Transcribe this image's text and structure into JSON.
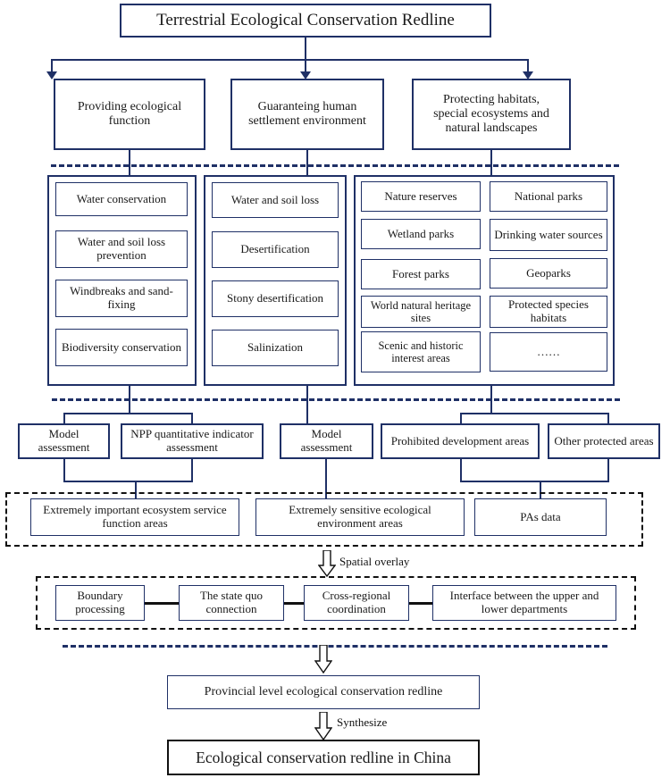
{
  "title": "Terrestrial Ecological Conservation Redline",
  "objectives": [
    "Providing ecological function",
    "Guaranteing human settlement environment",
    "Protecting habitats, special ecosystems and natural landscapes"
  ],
  "objectives_display": [
    "Providing ecological\nfunction",
    "Guaranteing human\nsettlement environment",
    "Protecting habitats,\nspecial ecosystems and\nnatural landscapes"
  ],
  "group_function": {
    "items": [
      "Water conservation",
      "Water and soil loss prevention",
      "Windbreaks and sand-fixing",
      "Biodiversity conservation"
    ]
  },
  "group_sensitivity": {
    "items": [
      "Water and soil loss",
      "Desertification",
      "Stony desertification",
      "Salinization"
    ]
  },
  "group_protected": {
    "column_left": [
      "Nature reserves",
      "Wetland parks",
      "Forest parks",
      "World natural heritage sites",
      "Scenic and historic interest areas"
    ],
    "column_right": [
      "National parks",
      "Drinking water sources",
      "Geoparks",
      "Protected species habitats",
      "……"
    ]
  },
  "methods": [
    "Model assessment",
    "NPP quantitative indicator assessment",
    "Model assessment",
    "Prohibited development areas",
    "Other protected areas"
  ],
  "results": [
    "Extremely important ecosystem service function areas",
    "Extremely sensitive ecological environment areas",
    "PAs data"
  ],
  "overlay_arrow_label": "Spatial overlay",
  "adjustments": [
    "Boundary processing",
    "The state quo connection",
    "Cross-regional coordination",
    "Interface between the upper and lower departments"
  ],
  "provincial": "Provincial level ecological conservation redline",
  "synthesize_arrow_label": "Synthesize",
  "national": "Ecological conservation redline in China",
  "colors": {
    "border_navy": "#1f3066",
    "border_black": "#111111",
    "background": "#ffffff"
  }
}
